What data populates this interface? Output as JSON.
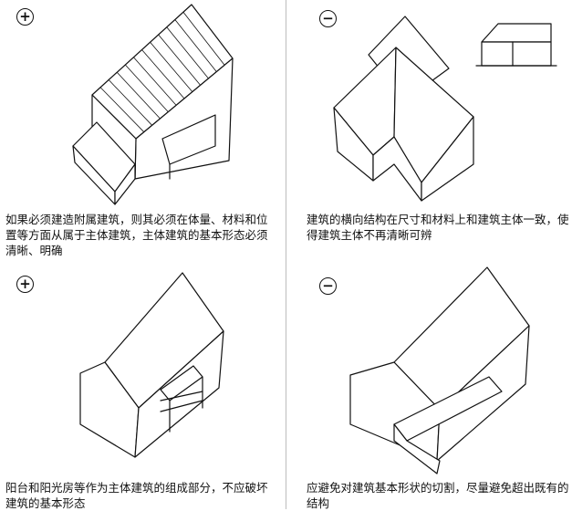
{
  "panels": [
    {
      "badge": "+",
      "caption": "如果必须建造附属建筑，则其必须在体量、材料和位置等方面从属于主体建筑，主体建筑的基本形态必须清晰、明确"
    },
    {
      "badge": "−",
      "caption": "建筑的横向结构在尺寸和材料上和建筑主体一致，使得建筑主体不再清晰可辨"
    },
    {
      "badge": "+",
      "caption": "阳台和阳光房等作为主体建筑的组成部分，不应破坏建筑的基本形态"
    },
    {
      "badge": "−",
      "caption": "应避免对建筑基本形状的切割，尽量避免超出既有的结构"
    }
  ]
}
